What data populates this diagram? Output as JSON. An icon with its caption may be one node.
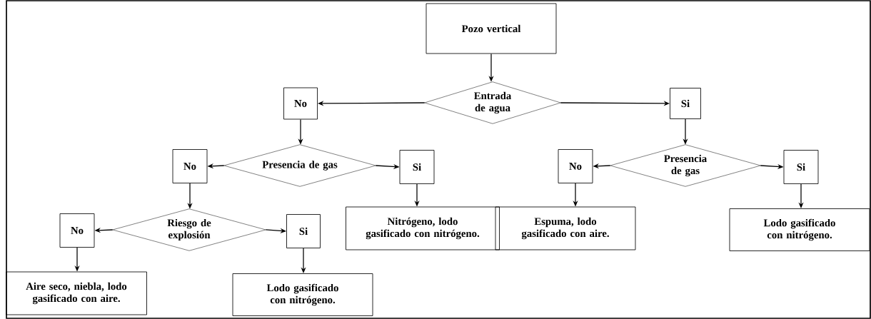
{
  "diagram": {
    "nodes": [
      {
        "text": [
          "Pozo vertical"
        ]
      },
      {
        "text": [
          "Entrada de agua"
        ]
      },
      {
        "text": [
          "No"
        ]
      },
      {
        "text": [
          "Si"
        ]
      },
      {
        "text": [
          "Presencia de gas"
        ]
      },
      {
        "text": [
          "No"
        ]
      },
      {
        "text": [
          "Si"
        ]
      },
      {
        "text": [
          "Nitrógeno, lodo gasificado con nitrógeno."
        ]
      },
      {
        "text": [
          "Riesgo de explosión"
        ]
      },
      {
        "text": [
          "No"
        ]
      },
      {
        "text": [
          "Si"
        ]
      },
      {
        "text": [
          "Aire seco, niebla, lodo gasificado con aire."
        ]
      },
      {
        "text": [
          "Lodo gasificado con nitrógeno."
        ]
      },
      {
        "text": [
          "Presencia de gas"
        ]
      },
      {
        "text": [
          "No"
        ]
      },
      {
        "text": [
          "Si"
        ]
      },
      {
        "text": [
          "Espuma, lodo gasificado con aire."
        ]
      },
      {
        "text": [
          "Lodo gasificado con nitrógeno."
        ]
      }
    ],
    "edges": [
      {
        "from": 0,
        "to": 1,
        "arrow": "to"
      },
      {
        "from": 1,
        "to": 2,
        "arrow": "to"
      },
      {
        "from": 1,
        "to": 3,
        "arrow": "to"
      },
      {
        "from": 2,
        "to": 4,
        "arrow": "to"
      },
      {
        "from": 4,
        "to": 5,
        "arrow": "to"
      },
      {
        "from": 4,
        "to": 6,
        "arrow": "to"
      },
      {
        "from": 6,
        "to": 7,
        "arrow": "to"
      },
      {
        "from": 5,
        "to": 8,
        "arrow": "to"
      },
      {
        "from": 8,
        "to": 9,
        "arrow": "to"
      },
      {
        "from": 8,
        "to": 10,
        "arrow": "to"
      },
      {
        "from": 9,
        "to": 11,
        "arrow": "to"
      },
      {
        "from": 10,
        "to": 12,
        "arrow": "to"
      },
      {
        "from": 3,
        "to": 13,
        "arrow": "to"
      },
      {
        "from": 13,
        "to": 14,
        "arrow": "to"
      },
      {
        "from": 13,
        "to": 15,
        "arrow": "to"
      },
      {
        "from": 14,
        "to": 16,
        "arrow": "to"
      },
      {
        "from": 15,
        "to": 17,
        "arrow": "to"
      }
    ]
  }
}
